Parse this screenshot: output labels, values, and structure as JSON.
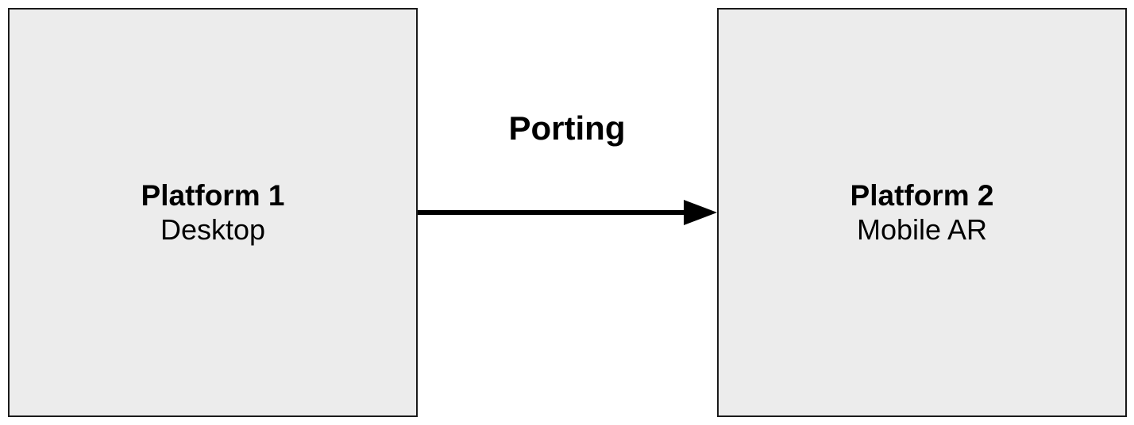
{
  "nodes": [
    {
      "title": "Platform 1",
      "subtitle": "Desktop"
    },
    {
      "title": "Platform 2",
      "subtitle": "Mobile AR"
    }
  ],
  "edge": {
    "label": "Porting"
  },
  "colors": {
    "node_fill": "#ececec",
    "node_border": "#1a1a1a",
    "arrow": "#000000",
    "text": "#000000"
  }
}
